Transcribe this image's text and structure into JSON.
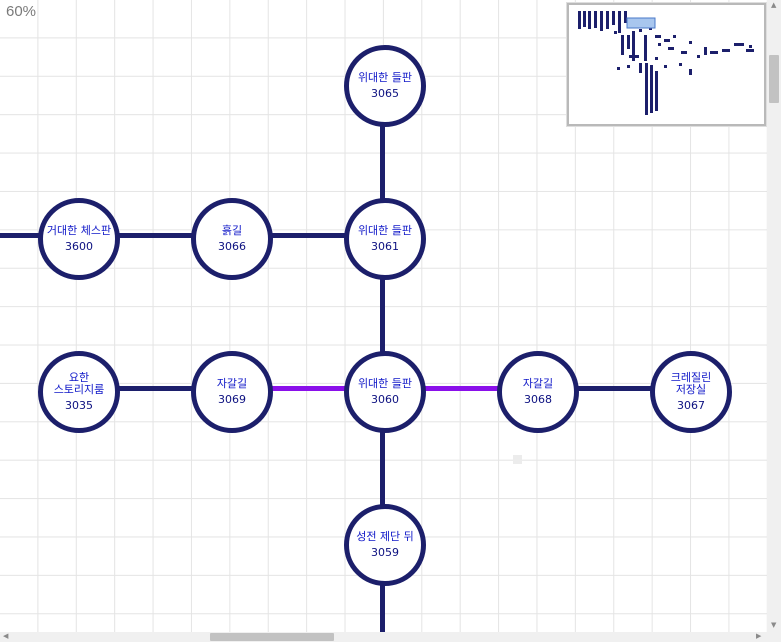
{
  "zoom": "60%",
  "colors": {
    "node_border": "#1c1f6b",
    "node_text": "#1018c8",
    "edge": "#1c1f6b",
    "edge_selected": "#8a10ea",
    "grid": "#e4e4e4"
  },
  "nodes": [
    {
      "id": "n3065",
      "name": "위대한 들판",
      "number": "3065"
    },
    {
      "id": "n3600",
      "name": "거대한 체스판",
      "number": "3600"
    },
    {
      "id": "n3066",
      "name": "흙길",
      "number": "3066"
    },
    {
      "id": "n3061",
      "name": "위대한 들판",
      "number": "3061"
    },
    {
      "id": "n3035",
      "name": "요한 스토리지룸",
      "number": "3035"
    },
    {
      "id": "n3069",
      "name": "자갈길",
      "number": "3069"
    },
    {
      "id": "n3060",
      "name": "위대한 들판",
      "number": "3060"
    },
    {
      "id": "n3068",
      "name": "자갈길",
      "number": "3068"
    },
    {
      "id": "n3067",
      "name": "크레질린 저장실",
      "number": "3067"
    },
    {
      "id": "n3059",
      "name": "성전 제단 뒤",
      "number": "3059"
    }
  ],
  "minimap": {
    "icon": "map-overview"
  },
  "scrollbars": {
    "vertical": "vertical-scrollbar",
    "horizontal": "horizontal-scrollbar"
  }
}
